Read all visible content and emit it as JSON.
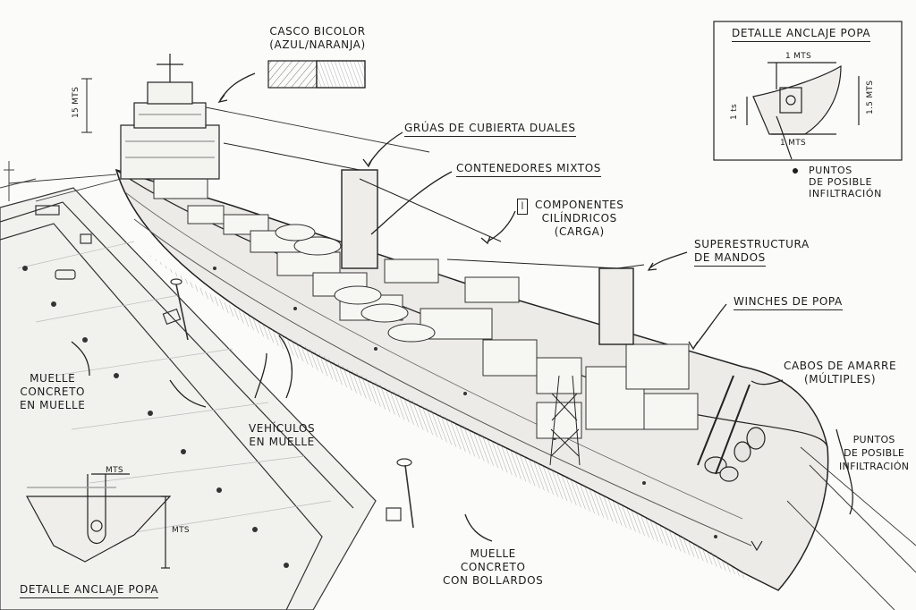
{
  "labels": {
    "casco_bicolor": "CASCO BICOLOR",
    "casco_bicolor_sub": "(AZUL/NARANJA)",
    "gruas": "GRÚAS DE CUBIERTA DUALES",
    "contenedores": "CONTENEDORES MIXTOS",
    "componentes_1": "COMPONENTES",
    "componentes_2": "CILÍNDRICOS",
    "componentes_3": "(CARGA)",
    "superestructura_1": "SUPERESTRUCTURA",
    "superestructura_2": "DE MANDOS",
    "winches": "WINCHES DE POPA",
    "cabos_1": "CABOS DE AMARRE",
    "cabos_2": "(MÚLTIPLES)",
    "puntos_right_1": "PUNTOS",
    "puntos_right_2": "DE POSIBLE",
    "puntos_right_3": "INFILTRACIÓN",
    "muelle_left_1": "MUELLE",
    "muelle_left_2": "CONCRETO",
    "muelle_left_3": "EN MUELLE",
    "vehiculos_1": "VEHÍCULOS",
    "vehiculos_2": "EN MUELLE",
    "muelle_bottom_1": "MUELLE",
    "muelle_bottom_2": "CONCRETO",
    "muelle_bottom_3": "CON BOLLARDOS",
    "height_dim": "15 MTS"
  },
  "detail_top_right": {
    "title": "DETALLE ANCLAJE POPA",
    "dim_top": "1 MTS",
    "dim_bottom": "1 MTS",
    "dim_left": "1 ts",
    "dim_right": "1.5 MTS",
    "puntos_1": "PUNTOS",
    "puntos_2": "DE POSIBLE",
    "puntos_3": "INFILTRACIÓN"
  },
  "detail_bottom_left": {
    "title": "DETALLE ANCLAJE POPA",
    "dim_top": "MTS",
    "dim_right": "MTS"
  },
  "colors": {
    "ink": "#1d1d1d",
    "paper": "#fbfbf9"
  }
}
